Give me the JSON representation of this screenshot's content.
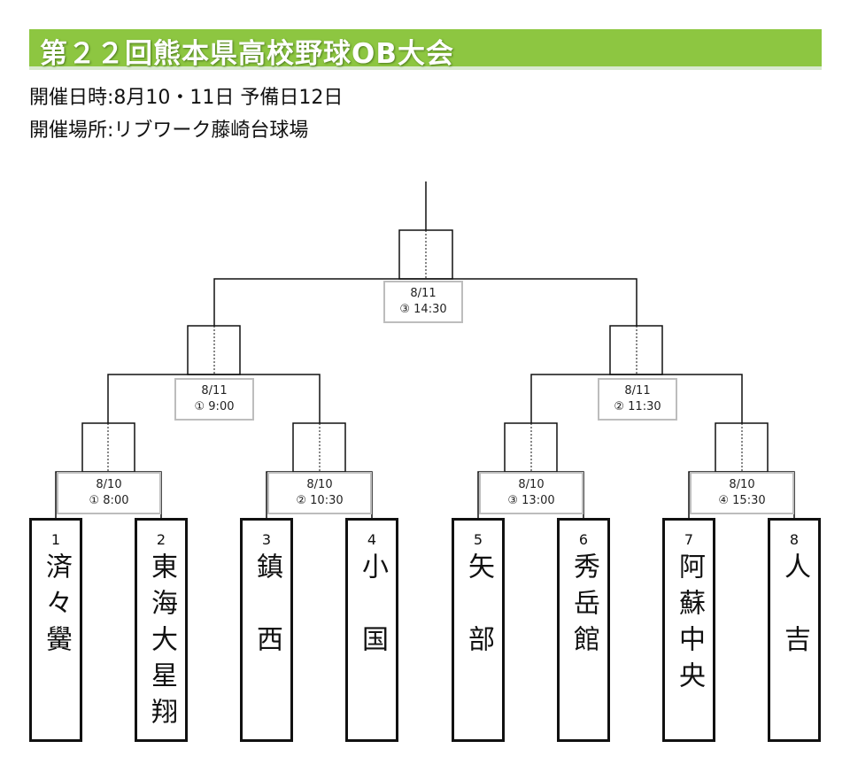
{
  "title": "第２２回熊本県高校野球OB大会",
  "info": {
    "dates": "開催日時:8月10・11日 予備日12日",
    "venue": "開催場所:リブワーク藤崎台球場"
  },
  "colors": {
    "title_bar": "#8dc641",
    "line": "#111111",
    "label_border": "#bdbdbd"
  },
  "teams": [
    {
      "seed": "1",
      "name": "済々黌"
    },
    {
      "seed": "2",
      "name": "東海大星翔"
    },
    {
      "seed": "3",
      "name": "鎮　西"
    },
    {
      "seed": "4",
      "name": "小　国"
    },
    {
      "seed": "5",
      "name": "矢　部"
    },
    {
      "seed": "6",
      "name": "秀岳館"
    },
    {
      "seed": "7",
      "name": "阿蘇中央"
    },
    {
      "seed": "8",
      "name": "人　吉"
    }
  ],
  "matches": {
    "r1": [
      {
        "date": "8/10",
        "slot": "① 8:00"
      },
      {
        "date": "8/10",
        "slot": "② 10:30"
      },
      {
        "date": "8/10",
        "slot": "③ 13:00"
      },
      {
        "date": "8/10",
        "slot": "④ 15:30"
      }
    ],
    "r2": [
      {
        "date": "8/11",
        "slot": "① 9:00"
      },
      {
        "date": "8/11",
        "slot": "② 11:30"
      }
    ],
    "final": {
      "date": "8/11",
      "slot": "③ 14:30"
    }
  }
}
